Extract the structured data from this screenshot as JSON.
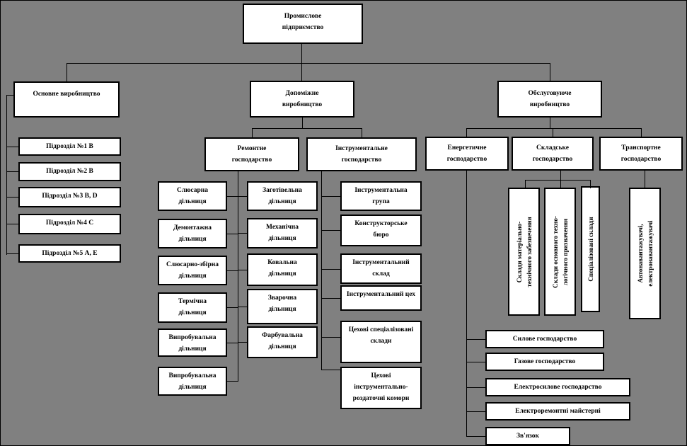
{
  "colors": {
    "background": "#808080",
    "box_fill": "#ffffff",
    "line": "#000000",
    "text": "#000000"
  },
  "root": {
    "label": "Промислове\nпідприємство"
  },
  "level1": {
    "main": {
      "label": "Основне виробництво"
    },
    "auxiliary": {
      "label": "Допоміжне\nвиробництво"
    },
    "service": {
      "label": "Обслуговуюче\nвиробництво"
    }
  },
  "main_units": [
    "Підрозділ №1 В",
    "Підрозділ №2 В",
    "Підрозділ №3 В, D",
    "Підрозділ №4 С",
    "Підрозділ №5 А, Е"
  ],
  "repair": {
    "label": "Ремонтне\nгосподарство",
    "col1": [
      "Слюсарна\nдільниця",
      "Демонтажна\nдільниця",
      "Слюсарно-збірна\nдільниця",
      "Термічна\nдільниця",
      "Випробувальна\nдільниця",
      "Випробувальна\nдільниця"
    ],
    "col2": [
      "Заготівельна\nдільниця",
      "Механічна\nдільниця",
      "Ковальна\nдільниця",
      "Зварочна\nдільниця",
      "Фарбувальна\nдільниця"
    ]
  },
  "tools": {
    "label": "Інструментальне\nгосподарство",
    "units": [
      "Інструментальна\nгрупа",
      "Конструкторське\nбюро",
      "Інструментальний\nсклад",
      "Інструментальний цех",
      "Цехові спеціалізовані\nсклади",
      "Цехові\nінструментально-\nроздаточні комори"
    ]
  },
  "energy": {
    "label": "Енергетичне\nгосподарство",
    "units": [
      "Силове господарство",
      "Газове господарство",
      "Електросилове господарство",
      "Електроремонтні майстерні",
      "Зв'язок"
    ]
  },
  "warehouse": {
    "label": "Складське\nгосподарство",
    "units": [
      "Склади матеріально-\nтехнічного забезпечення",
      "Склади основного техно-\nлогічного призначення",
      "Спеціалізовані склади"
    ]
  },
  "transport": {
    "label": "Транспортне\nгосподарство",
    "units": [
      "Автонавантажувачі,\nелектронавантажувачі"
    ]
  }
}
